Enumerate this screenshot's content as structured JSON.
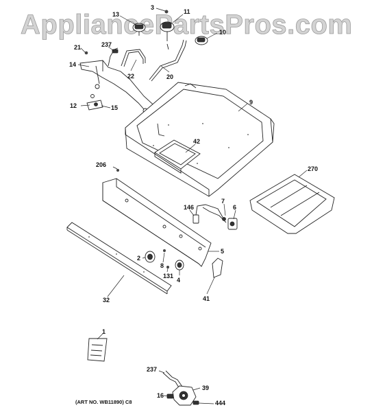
{
  "watermark": "AppliancePartsPros.com",
  "art_number": "(ART NO. WB11890) C8",
  "callouts": {
    "c3": "3",
    "c11": "11",
    "c13": "13",
    "c10": "10",
    "c237a": "237",
    "c21": "21",
    "c14": "14",
    "c22": "22",
    "c20": "20",
    "c12": "12",
    "c15": "15",
    "c9": "9",
    "c42": "42",
    "c206": "206",
    "c270": "270",
    "c7": "7",
    "c146": "146",
    "c6": "6",
    "c5": "5",
    "c2": "2",
    "c8": "8",
    "c131": "131",
    "c4": "4",
    "c32": "32",
    "c41": "41",
    "c1": "1",
    "c237b": "237",
    "c39": "39",
    "c16": "16",
    "c444": "444"
  }
}
